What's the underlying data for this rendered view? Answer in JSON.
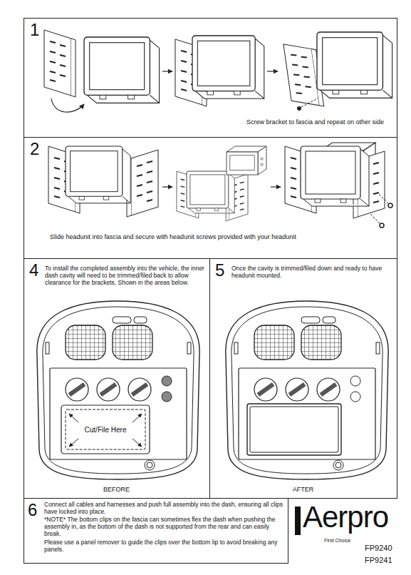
{
  "diagram": {
    "nodes": [
      {
        "text": [
          "1",
          "Screw bracket to fascia and repeat on other side"
        ]
      },
      {
        "text": [
          "2",
          "Slide headunit into fascia and secure with headunit screws provided with your headunit"
        ]
      },
      {
        "text": [
          "4",
          "To install the completed assembly into the vehicle, the inner dash cavity will need to be trimmed/filed back to allow clearance for the brackets. Shown in the areas below.",
          "BEFORE"
        ]
      },
      {
        "text": [
          "5",
          "Once the cavity is trimmed/filed down and ready to have headunit mounted.",
          "AFTER"
        ]
      },
      {
        "text": [
          "6",
          "Connect all cables and harnesses and push full assembly into the dash, ensuring all clips have locked into place.",
          "*NOTE* The bottom clips on the fascia can sometimes flex the dash when pushing the assembly in, as the bottom of the dash is not supported from the rear and can easily break.",
          "Please use a panel remover to guide the clips over the bottom lip to avoid breaking any panels."
        ]
      }
    ],
    "labels": [
      "Cut/File Here",
      "Aerpro",
      "First Choice",
      "FP9240",
      "FP9241"
    ]
  }
}
